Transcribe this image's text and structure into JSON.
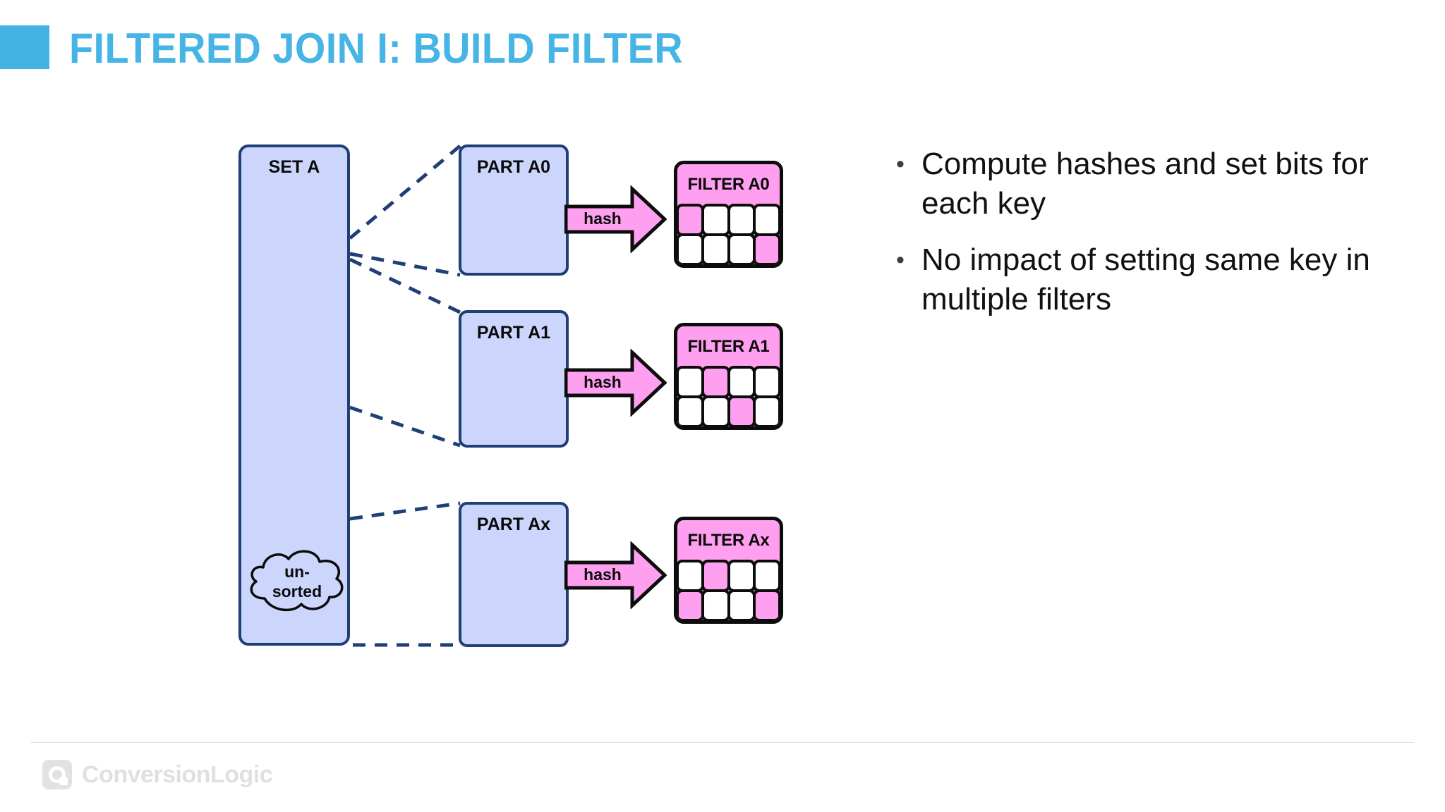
{
  "slide": {
    "title": "FILTERED JOIN I: BUILD FILTER",
    "accent_color": "#42b3e2",
    "background": "#ffffff"
  },
  "diagram": {
    "colors": {
      "box_fill": "#ccd6fc",
      "box_border": "#1f3f76",
      "filter_fill": "#ff9ff0",
      "filter_border": "#0c0c0c",
      "bit_off": "#ffffff",
      "connector": "#1f3f76"
    },
    "set_box": {
      "label": "SET A",
      "cloud_label_line1": "un-",
      "cloud_label_line2": "sorted"
    },
    "rows": [
      {
        "part_label": "PART A0",
        "arrow_label": "hash",
        "filter_label": "FILTER A0",
        "bits": [
          [
            1,
            0,
            0,
            0
          ],
          [
            0,
            0,
            0,
            1
          ]
        ]
      },
      {
        "part_label": "PART A1",
        "arrow_label": "hash",
        "filter_label": "FILTER A1",
        "bits": [
          [
            0,
            1,
            0,
            0
          ],
          [
            0,
            0,
            1,
            0
          ]
        ]
      },
      {
        "part_label": "PART Ax",
        "arrow_label": "hash",
        "filter_label": "FILTER Ax",
        "bits": [
          [
            0,
            1,
            0,
            0
          ],
          [
            1,
            0,
            0,
            1
          ]
        ]
      }
    ]
  },
  "bullets": [
    {
      "marker": "•",
      "text": "Compute hashes and set bits for each key"
    },
    {
      "marker": "•",
      "text": "No impact of setting same key in multiple filters"
    }
  ],
  "footer": {
    "logo_text": "ConversionLogic"
  }
}
